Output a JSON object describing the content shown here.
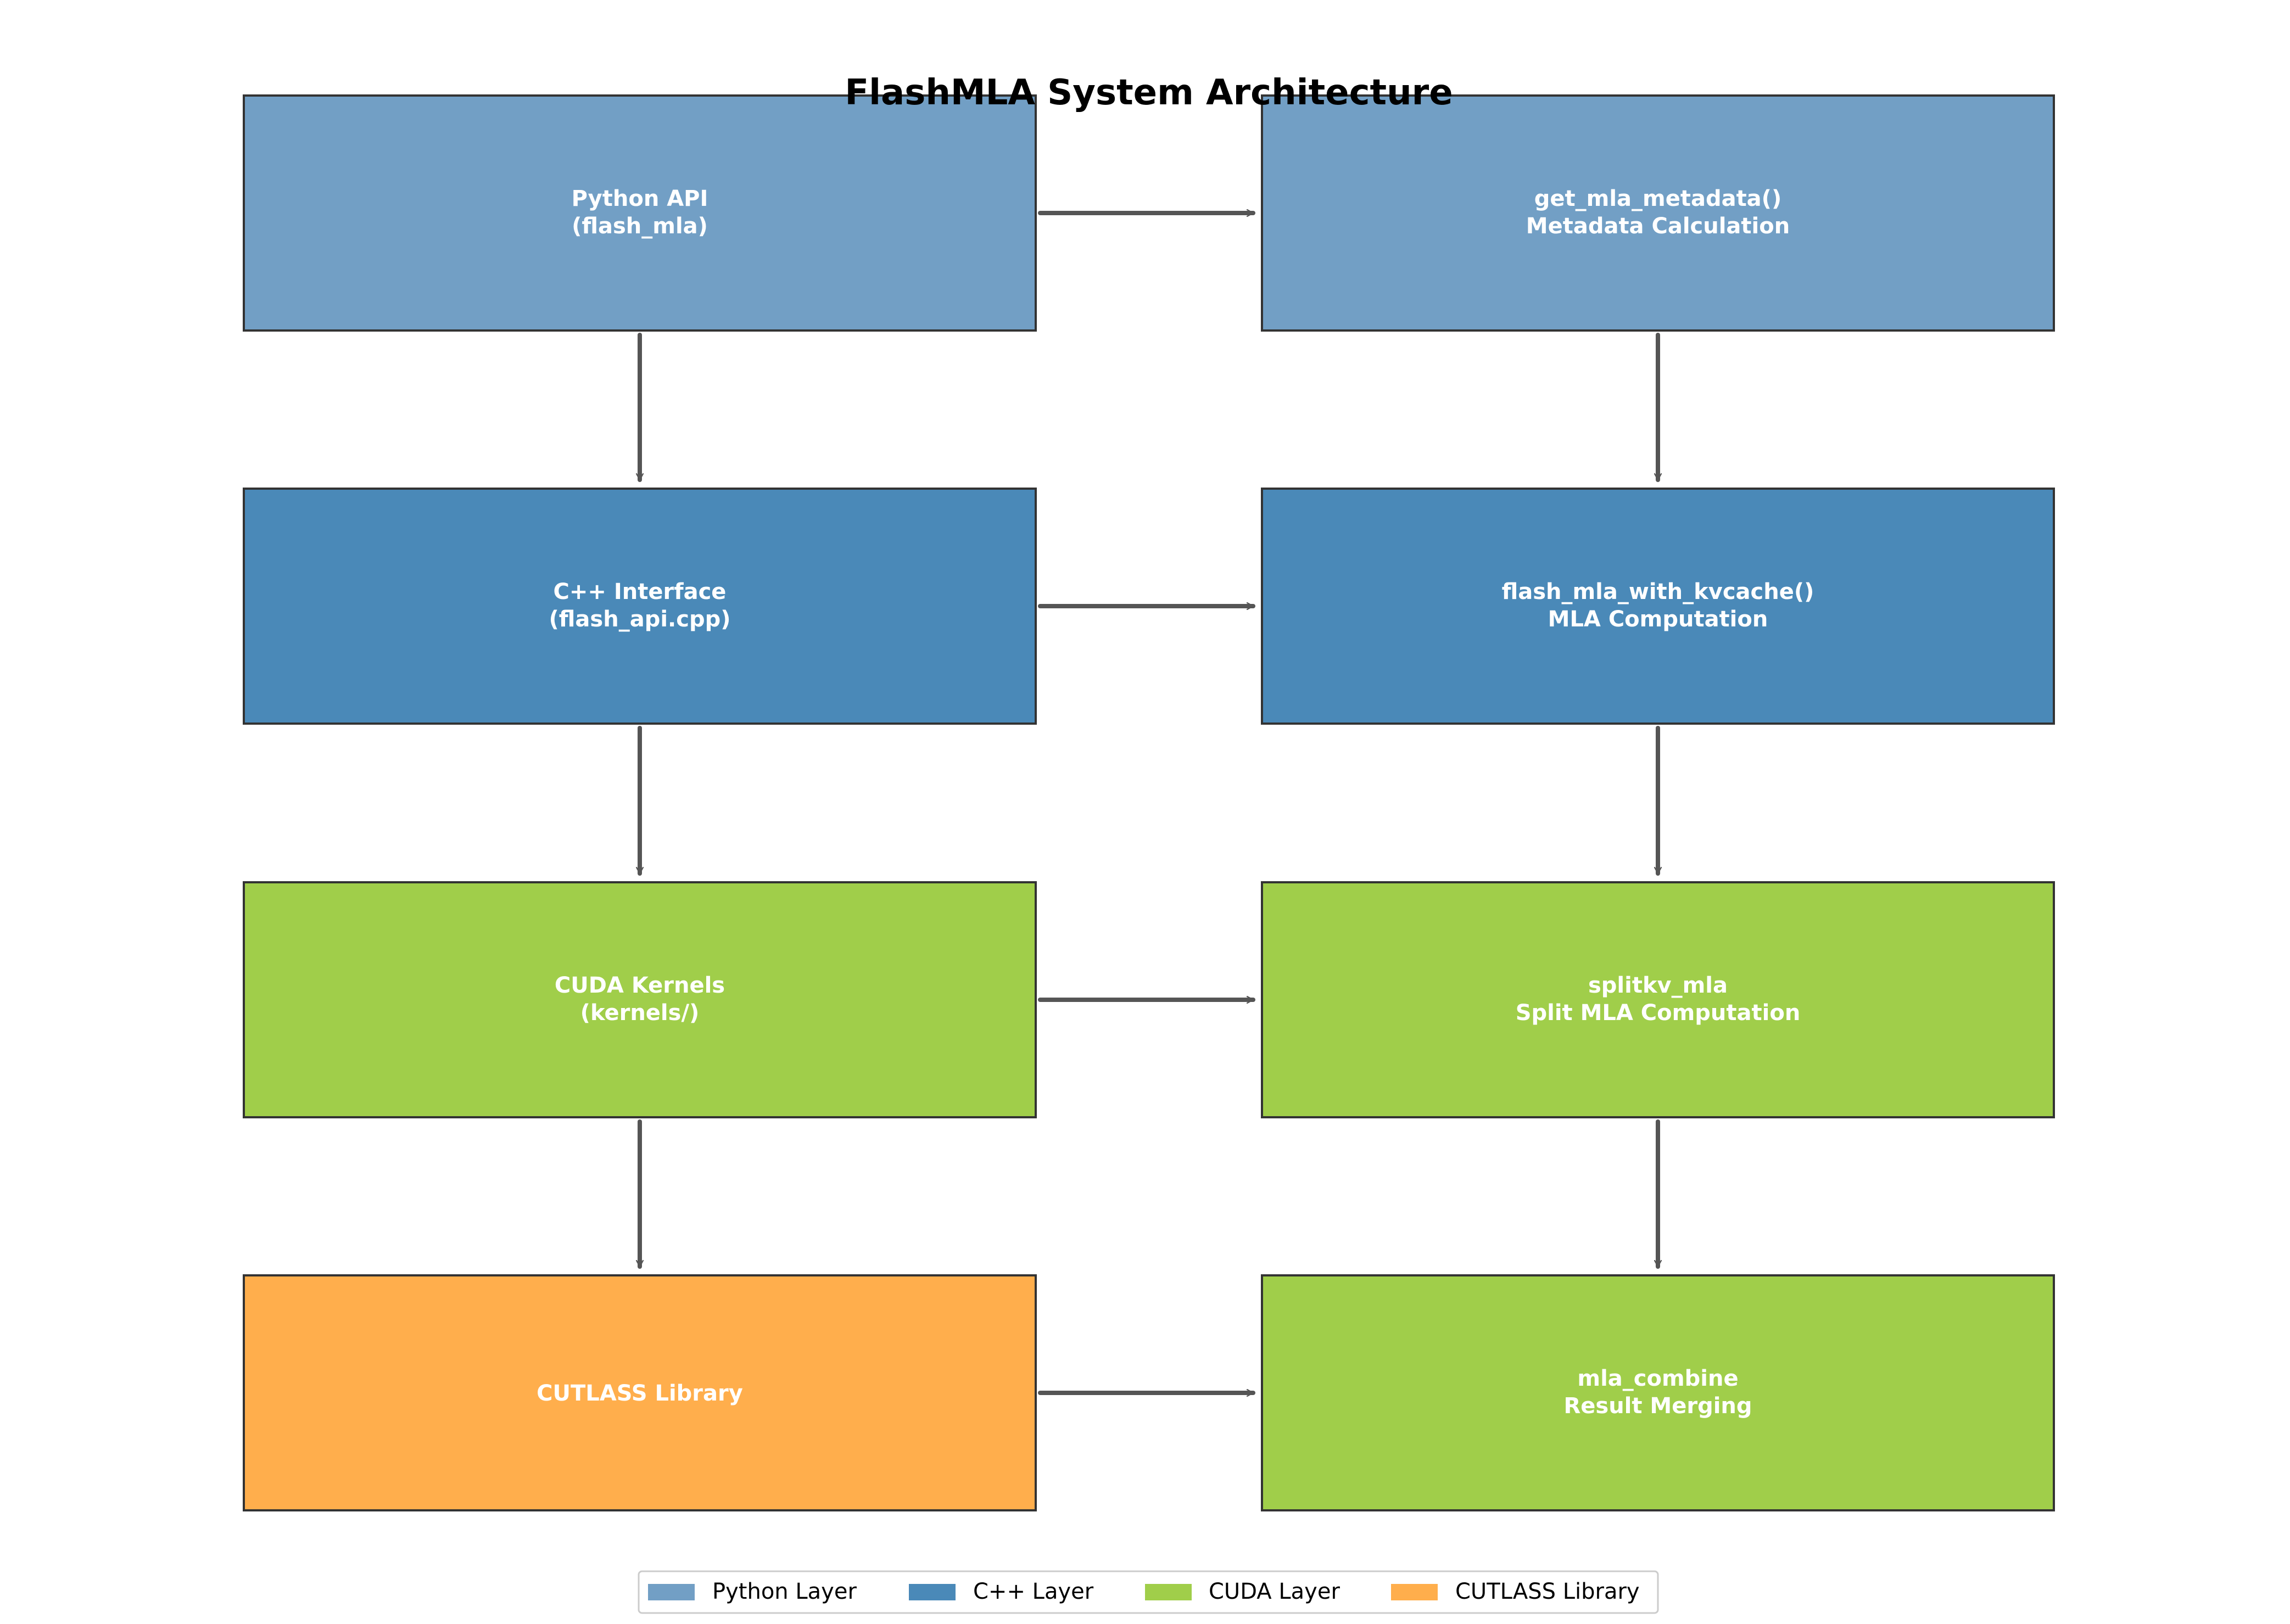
{
  "title": "FlashMLA System Architecture",
  "colors": {
    "python": "#729fc5",
    "cpp": "#4a89b8",
    "cuda": "#a0ce4a",
    "cutlass": "#ffae4c",
    "border": "#333333",
    "arrow": "#555555"
  },
  "boxes": {
    "python_api": {
      "line1": "Python API",
      "line2": "(flash_mla)",
      "layer": "python"
    },
    "get_mla_metadata": {
      "line1": "get_mla_metadata()",
      "line2": "Metadata Calculation",
      "layer": "python"
    },
    "cpp_interface": {
      "line1": "C++ Interface",
      "line2": "(flash_api.cpp)",
      "layer": "cpp"
    },
    "flash_mla_with_kvcache": {
      "line1": "flash_mla_with_kvcache()",
      "line2": "MLA Computation",
      "layer": "cpp"
    },
    "cuda_kernels": {
      "line1": "CUDA Kernels",
      "line2": "(kernels/)",
      "layer": "cuda"
    },
    "splitkv_mla": {
      "line1": "splitkv_mla",
      "line2": "Split MLA Computation",
      "layer": "cuda"
    },
    "cutlass_library": {
      "line1": "CUTLASS Library",
      "line2": "",
      "layer": "cutlass"
    },
    "mla_combine": {
      "line1": "mla_combine",
      "line2": "Result Merging",
      "layer": "cuda"
    }
  },
  "connections": [
    {
      "from": "python_api",
      "to": "get_mla_metadata"
    },
    {
      "from": "cpp_interface",
      "to": "flash_mla_with_kvcache"
    },
    {
      "from": "cuda_kernels",
      "to": "splitkv_mla"
    },
    {
      "from": "cutlass_library",
      "to": "mla_combine"
    },
    {
      "from": "python_api",
      "to": "cpp_interface"
    },
    {
      "from": "cpp_interface",
      "to": "cuda_kernels"
    },
    {
      "from": "cuda_kernels",
      "to": "cutlass_library"
    },
    {
      "from": "get_mla_metadata",
      "to": "flash_mla_with_kvcache"
    },
    {
      "from": "flash_mla_with_kvcache",
      "to": "splitkv_mla"
    },
    {
      "from": "splitkv_mla",
      "to": "mla_combine"
    }
  ],
  "legend": [
    {
      "label": "Python Layer",
      "layer": "python"
    },
    {
      "label": "C++ Layer",
      "layer": "cpp"
    },
    {
      "label": "CUDA Layer",
      "layer": "cuda"
    },
    {
      "label": "CUTLASS Library",
      "layer": "cutlass"
    }
  ]
}
